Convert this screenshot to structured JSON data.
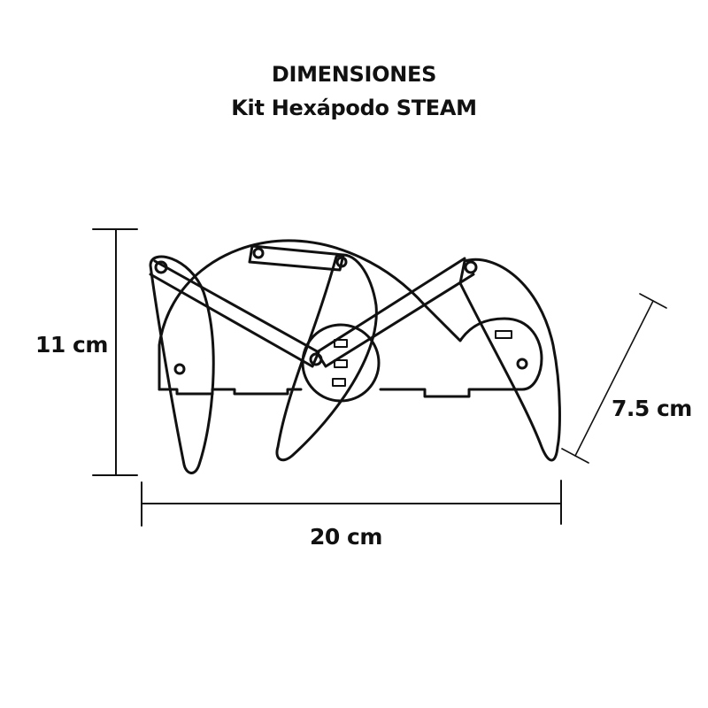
{
  "header": {
    "title": "DIMENSIONES",
    "subtitle": "Kit Hexápodo STEAM"
  },
  "dimensions": {
    "height": "11 cm",
    "width": "20 cm",
    "depth": "7.5 cm"
  },
  "colors": {
    "line": "#111111",
    "background": "#ffffff"
  }
}
